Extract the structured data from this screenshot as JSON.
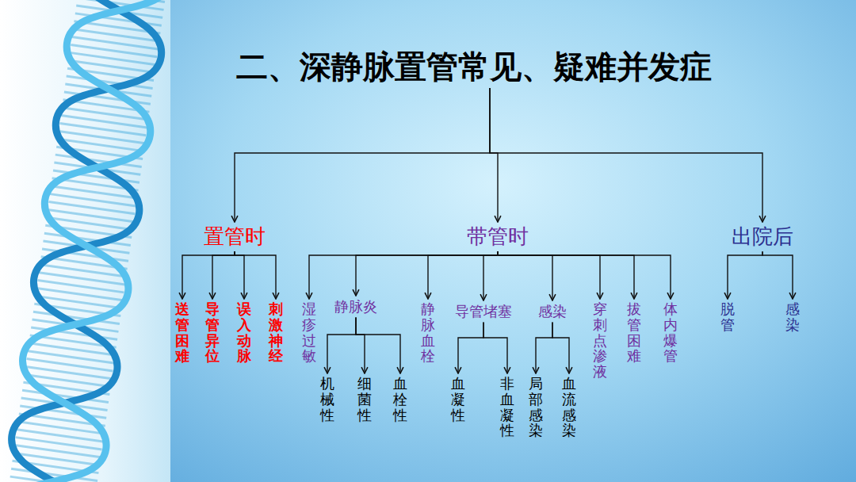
{
  "diagram": {
    "nodes": [
      {
        "text": [
          "二、深静脉置管常见、疑难并发症"
        ]
      },
      {
        "text": [
          "置管时"
        ]
      },
      {
        "text": [
          "带管时"
        ]
      },
      {
        "text": [
          "出院后"
        ]
      },
      {
        "text": [
          "送管困难"
        ]
      },
      {
        "text": [
          "导管异位"
        ]
      },
      {
        "text": [
          "误入动脉"
        ]
      },
      {
        "text": [
          "刺激神经"
        ]
      },
      {
        "text": [
          "湿疹过敏"
        ]
      },
      {
        "text": [
          "静脉炎"
        ]
      },
      {
        "text": [
          "静脉血栓"
        ]
      },
      {
        "text": [
          "导管堵塞"
        ]
      },
      {
        "text": [
          "感染"
        ]
      },
      {
        "text": [
          "穿刺点渗液"
        ]
      },
      {
        "text": [
          "拔管困难"
        ]
      },
      {
        "text": [
          "体内爆管"
        ]
      },
      {
        "text": [
          "脱管"
        ]
      },
      {
        "text": [
          "感染"
        ]
      },
      {
        "text": [
          "机械性"
        ]
      },
      {
        "text": [
          "细菌性"
        ]
      },
      {
        "text": [
          "血栓性"
        ]
      },
      {
        "text": [
          "血凝性"
        ]
      },
      {
        "text": [
          "非血凝性"
        ]
      },
      {
        "text": [
          "局部感染"
        ]
      },
      {
        "text": [
          "血流感染"
        ]
      }
    ],
    "edges": [
      {
        "from": 0,
        "to": 1,
        "arrow": "to"
      },
      {
        "from": 0,
        "to": 2,
        "arrow": "to"
      },
      {
        "from": 0,
        "to": 3,
        "arrow": "to"
      },
      {
        "from": 1,
        "to": 4,
        "arrow": "to"
      },
      {
        "from": 1,
        "to": 5,
        "arrow": "to"
      },
      {
        "from": 1,
        "to": 6,
        "arrow": "to"
      },
      {
        "from": 1,
        "to": 7,
        "arrow": "to"
      },
      {
        "from": 2,
        "to": 8,
        "arrow": "to"
      },
      {
        "from": 2,
        "to": 9,
        "arrow": "to"
      },
      {
        "from": 2,
        "to": 10,
        "arrow": "to"
      },
      {
        "from": 2,
        "to": 11,
        "arrow": "to"
      },
      {
        "from": 2,
        "to": 12,
        "arrow": "to"
      },
      {
        "from": 2,
        "to": 13,
        "arrow": "to"
      },
      {
        "from": 2,
        "to": 14,
        "arrow": "to"
      },
      {
        "from": 2,
        "to": 15,
        "arrow": "to"
      },
      {
        "from": 3,
        "to": 16,
        "arrow": "to"
      },
      {
        "from": 3,
        "to": 17,
        "arrow": "to"
      },
      {
        "from": 9,
        "to": 18,
        "arrow": "to"
      },
      {
        "from": 9,
        "to": 19,
        "arrow": "to"
      },
      {
        "from": 9,
        "to": 20,
        "arrow": "to"
      },
      {
        "from": 11,
        "to": 21,
        "arrow": "to"
      },
      {
        "from": 11,
        "to": 22,
        "arrow": "to"
      },
      {
        "from": 12,
        "to": 23,
        "arrow": "to"
      },
      {
        "from": 12,
        "to": 24,
        "arrow": "to"
      }
    ]
  }
}
